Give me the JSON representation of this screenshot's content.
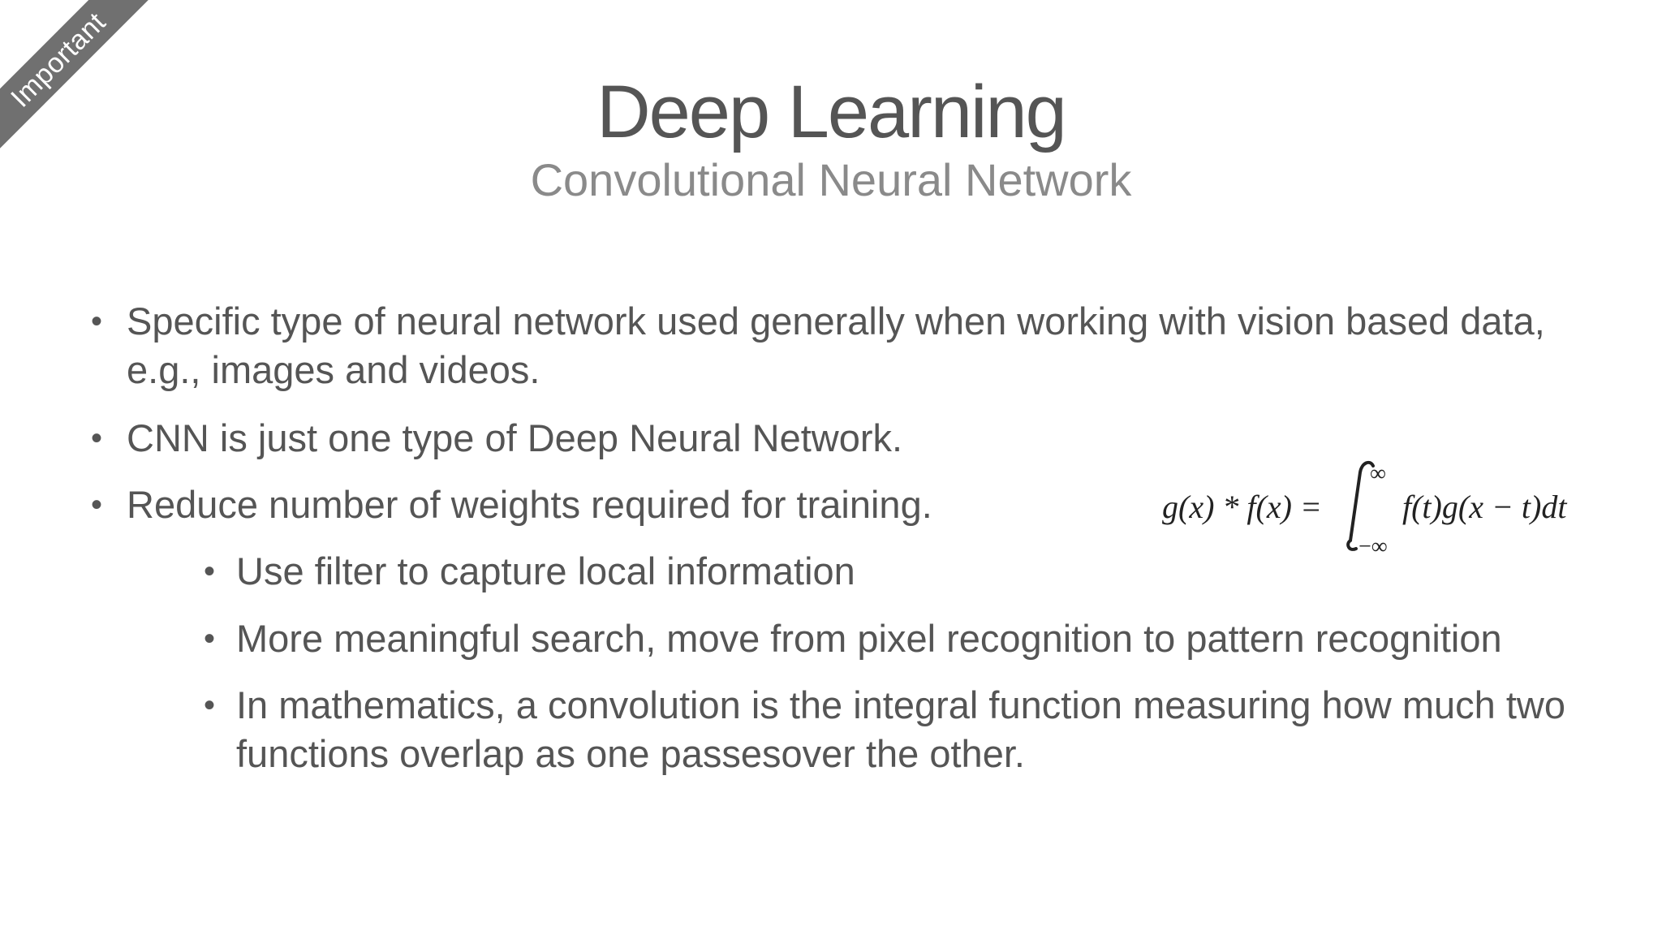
{
  "ribbon": {
    "label": "Important"
  },
  "header": {
    "title": "Deep Learning",
    "subtitle": "Convolutional Neural Network"
  },
  "bullets": [
    {
      "level": 1,
      "text": "Specific type of neural network used generally when working with vision based data, e.g., images and videos."
    },
    {
      "level": 1,
      "text": "CNN is just one type of Deep Neural Network."
    },
    {
      "level": 1,
      "text": "Reduce number of weights required for training."
    },
    {
      "level": 2,
      "text": "Use filter to capture local information"
    },
    {
      "level": 2,
      "text": "More meaningful search, move from pixel recognition to pattern recognition"
    },
    {
      "level": 2,
      "text": "In mathematics, a convolution is the integral function measuring how much two functions overlap as one passesover the other."
    }
  ],
  "bullet_glyph": "•",
  "formula": {
    "lhs": "g(x) * f(x) =",
    "upper_limit": "∞",
    "lower_limit": "−∞",
    "integrand": "f(t)g(x − t)dt"
  },
  "colors": {
    "ribbon": "#707070",
    "title": "#555555",
    "subtitle": "#8a8a8a",
    "body": "#555555",
    "formula": "#222222"
  }
}
